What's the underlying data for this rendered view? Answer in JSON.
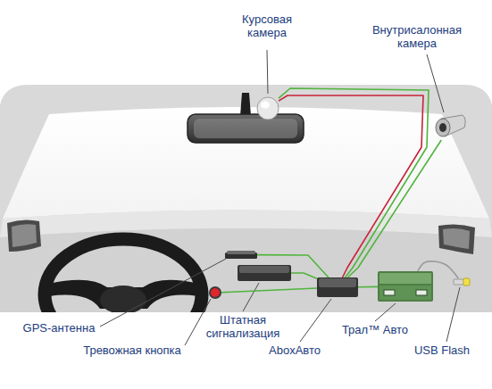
{
  "diagram": {
    "nodes": [
      {
        "text": [
          "Курсовая камера"
        ]
      },
      {
        "text": [
          "Внутрисалонная камера"
        ]
      },
      {
        "text": [
          "GPS-антенна"
        ]
      },
      {
        "text": [
          "Штатная сигнализация"
        ]
      },
      {
        "text": [
          "Тревожная кнопка"
        ]
      },
      {
        "text": [
          "AboxАвто"
        ]
      },
      {
        "text": [
          "Трал™ Авто"
        ]
      },
      {
        "text": [
          "USB Flash"
        ]
      }
    ],
    "edges": [
      {
        "from": 2,
        "to": 5,
        "arrow": "none"
      },
      {
        "from": 3,
        "to": 5,
        "arrow": "none"
      },
      {
        "from": 4,
        "to": 5,
        "arrow": "none"
      },
      {
        "from": 5,
        "to": 0,
        "arrow": "none"
      },
      {
        "from": 5,
        "to": 1,
        "arrow": "none"
      },
      {
        "from": 5,
        "to": 6,
        "arrow": "none"
      },
      {
        "from": 6,
        "to": 7,
        "arrow": "none"
      }
    ]
  }
}
